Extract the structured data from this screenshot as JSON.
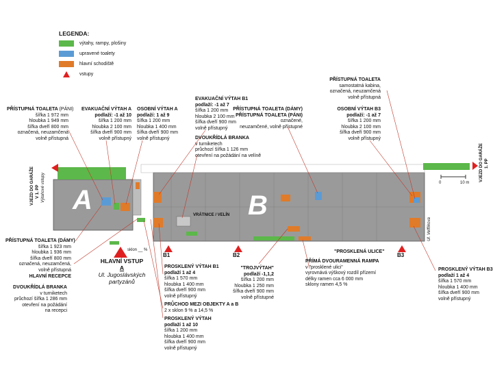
{
  "legend": {
    "title": "LEGENDA:",
    "items": [
      {
        "label": "výtahy, rampy, plošiny",
        "color": "#5cb84a"
      },
      {
        "label": "upravené toalety",
        "color": "#5b9bd5"
      },
      {
        "label": "hlavní schodiště",
        "color": "#e07b2a"
      },
      {
        "label": "vstupy",
        "color": "#e02020"
      }
    ]
  },
  "buildings": {
    "a": "A",
    "b": "B"
  },
  "annotations": {
    "toilet_men_a": {
      "title": "PŘÍSTUPNÁ TOALETA",
      "title_suffix": "(PÁNI)",
      "lines": [
        "šířka 1 972 mm",
        "hloubka 1 949 mm",
        "šířka dveří 800 mm",
        "označená, neuzamčená",
        "volně přístupná"
      ]
    },
    "evac_lift_a": {
      "title": "EVAKUAČNÍ VÝTAH A",
      "lines_bold": [
        "podlaží: -1 až 10"
      ],
      "lines": [
        "šířka 1 200 mm",
        "hloubka 2 100 mm",
        "šířka dveří 900 mm",
        "volně přístupný"
      ]
    },
    "personal_lift_a": {
      "title": "OSOBNÍ VÝTAH A",
      "lines_bold": [
        "podlaží: 1 až 9"
      ],
      "lines": [
        "šířka 1 200 mm",
        "hloubka 1 400 mm",
        "šířka dveří 900 mm",
        "volně přístupný"
      ]
    },
    "evac_lift_b1": {
      "title": "EVAKUAČNÍ VÝTAH B1",
      "lines_bold": [
        "podlaží: -1 až 7"
      ],
      "lines": [
        "šířka 1 200 mm",
        "hloubka 2 100 mm",
        "šířka dveří 900 mm",
        "volně přístupný"
      ]
    },
    "double_gate": {
      "title": "DVOUKŘÍDLÁ BRANKA",
      "lines": [
        "v turniketech",
        "průchozí šířka 1 126 mm",
        "otevření na požádání na velíně"
      ]
    },
    "toilet_b": {
      "title": "PŘÍSTUPNÁ TOALETA (DÁMY)",
      "title2": "PŘÍSTUPNÁ TOALETA (PÁNI)",
      "lines": [
        "označené,",
        "neuzamčené, volně přístupné"
      ]
    },
    "toilet_b3": {
      "title": "PŘÍSTUPNÁ TOALETA",
      "lines": [
        "samostatná kabina,",
        "označená, neuzamčená",
        "volně přístupná"
      ]
    },
    "personal_lift_b3": {
      "title": "OSOBNÍ VÝTAH B3",
      "lines_bold": [
        "podlaží: -1 až 7"
      ],
      "lines": [
        "šířka 1 200 mm",
        "hloubka 2 100 mm",
        "šířka dveří 900 mm",
        "volně přístupný"
      ]
    },
    "toilet_women_a": {
      "title": "PŘÍSTUPNÁ TOALETA (DÁMY)",
      "lines": [
        "šířka 1 923 mm",
        "hloubka 1 936 mm",
        "šířka dveří 800 mm",
        "označená, neuzamčená,",
        "volně přístupná"
      ],
      "footer": "HLAVNÍ RECEPCE"
    },
    "double_gate_a": {
      "title": "DVOUKŘÍDLÁ BRANKA",
      "lines": [
        "v turniketech",
        "průchozí šířka 1 286 mm",
        "otevření na požádání",
        "na recepci"
      ]
    },
    "glass_lift_b1": {
      "title": "PROSKLENÝ VÝTAH B1",
      "lines_bold": [
        "podlaží 1 až 4"
      ],
      "lines": [
        "šířka 1 570 mm",
        "hloubka 1 400 mm",
        "šířka dveří 900 mm",
        "volně přístupný"
      ]
    },
    "passage_ab": {
      "title": "PRŮCHOD MEZI OBJEKTY A a B",
      "lines": [
        "2 x sklon 9 % a 14,5 %"
      ]
    },
    "glass_lift": {
      "title": "PROSKLENÝ VÝTAH",
      "lines_bold": [
        "podlaží 1 až 10"
      ],
      "lines": [
        "šířka 1 200 mm",
        "hloubka 1 400 mm",
        "šířka dveří 900 mm",
        "volně přístupný"
      ]
    },
    "trojvytah": {
      "title": "\"TROJVÝTAH\"",
      "lines_bold": [
        "podlaží -1,1,2"
      ],
      "lines": [
        "šířka 1 200 mm",
        "hloubka 1 250 mm",
        "šířka dveří 900 mm",
        "volně přístupné"
      ]
    },
    "ramp": {
      "title": "PŘÍMÁ DVOURAMENNÁ RAMPA",
      "lines": [
        "v \"prosklené ulici\"",
        "vyrovnává výškový rozdíl přízemí",
        "délky ramen cca 6 000 mm",
        "sklony ramen 4,5 %"
      ]
    },
    "glass_lift_b3": {
      "title": "PROSKLENÝ VÝTAH B3",
      "lines_bold": [
        "podlaží 1 až 4"
      ],
      "lines": [
        "šířka 1 570 mm",
        "hloubka 1 400 mm",
        "šířka dveří 900 mm",
        "volně přístupný"
      ]
    }
  },
  "labels": {
    "main_entrance": "HLAVNÍ VSTUP",
    "main_entrance_sub": "A",
    "street_a": "Ul. Jugoslávských",
    "street_a2": "partyzánů",
    "glass_street": "\"PROSKLENÁ ULICE\"",
    "gatehouse": "VRÁTNICE / VELÍN",
    "entry_b1": "B1",
    "entry_b2": "B2",
    "entry_b3": "B3",
    "slope": "sklon",
    "slope_val": "%",
    "garage_left": "VJEZD DO GARÁŽE",
    "garage_left2": "V 1. PP",
    "garage_left3": "Výtahové vstupy",
    "garage_right": "VJEZD DO GARÁŽE",
    "garage_right2": "1. PP",
    "street_b": "Ul. Velflíkova",
    "scale_0": "0",
    "scale_10": "10 m"
  }
}
